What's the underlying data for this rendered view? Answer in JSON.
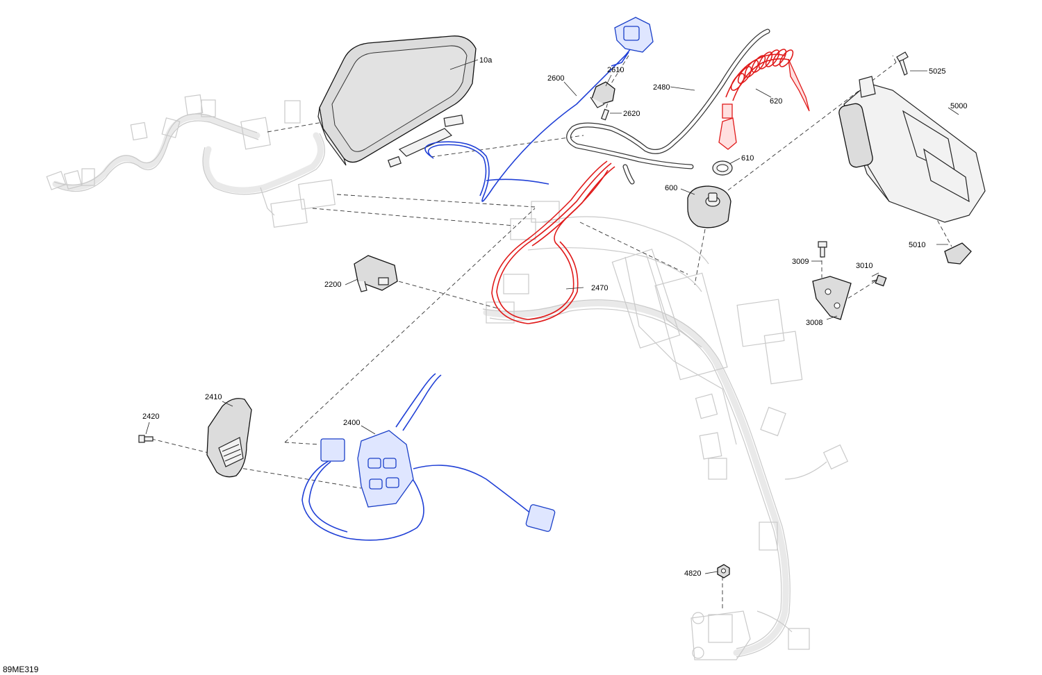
{
  "figure_id": "89ME319",
  "colors": {
    "highlight_blue": "#1f3fd6",
    "highlight_red": "#e01a1a",
    "ghost": "#c9c9c9"
  },
  "callouts": [
    {
      "id": "10a",
      "label": "10a"
    },
    {
      "id": "2600",
      "label": "2600"
    },
    {
      "id": "2610",
      "label": "2610"
    },
    {
      "id": "2620",
      "label": "2620"
    },
    {
      "id": "2480",
      "label": "2480"
    },
    {
      "id": "620",
      "label": "620"
    },
    {
      "id": "610",
      "label": "610"
    },
    {
      "id": "600",
      "label": "600"
    },
    {
      "id": "5025",
      "label": "5025"
    },
    {
      "id": "5000",
      "label": "5000"
    },
    {
      "id": "5010",
      "label": "5010"
    },
    {
      "id": "3009",
      "label": "3009"
    },
    {
      "id": "3010",
      "label": "3010"
    },
    {
      "id": "3008",
      "label": "3008"
    },
    {
      "id": "2200",
      "label": "2200"
    },
    {
      "id": "2470",
      "label": "2470"
    },
    {
      "id": "2410",
      "label": "2410"
    },
    {
      "id": "2420",
      "label": "2420"
    },
    {
      "id": "2400",
      "label": "2400"
    },
    {
      "id": "4820",
      "label": "4820"
    }
  ]
}
